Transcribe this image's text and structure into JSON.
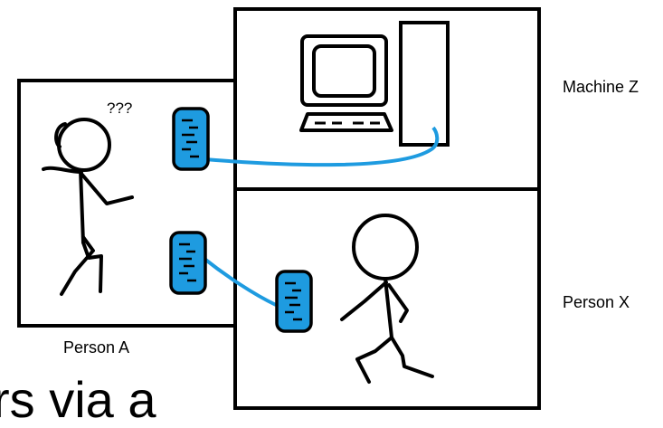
{
  "labels": {
    "machine_z": "Machine Z",
    "person_x": "Person X",
    "person_a": "Person A",
    "confusion": "???"
  },
  "cut_off_text": "rs via a",
  "colors": {
    "stroke": "#000000",
    "cable": "#1e9be0",
    "device": "#1e9be0"
  }
}
